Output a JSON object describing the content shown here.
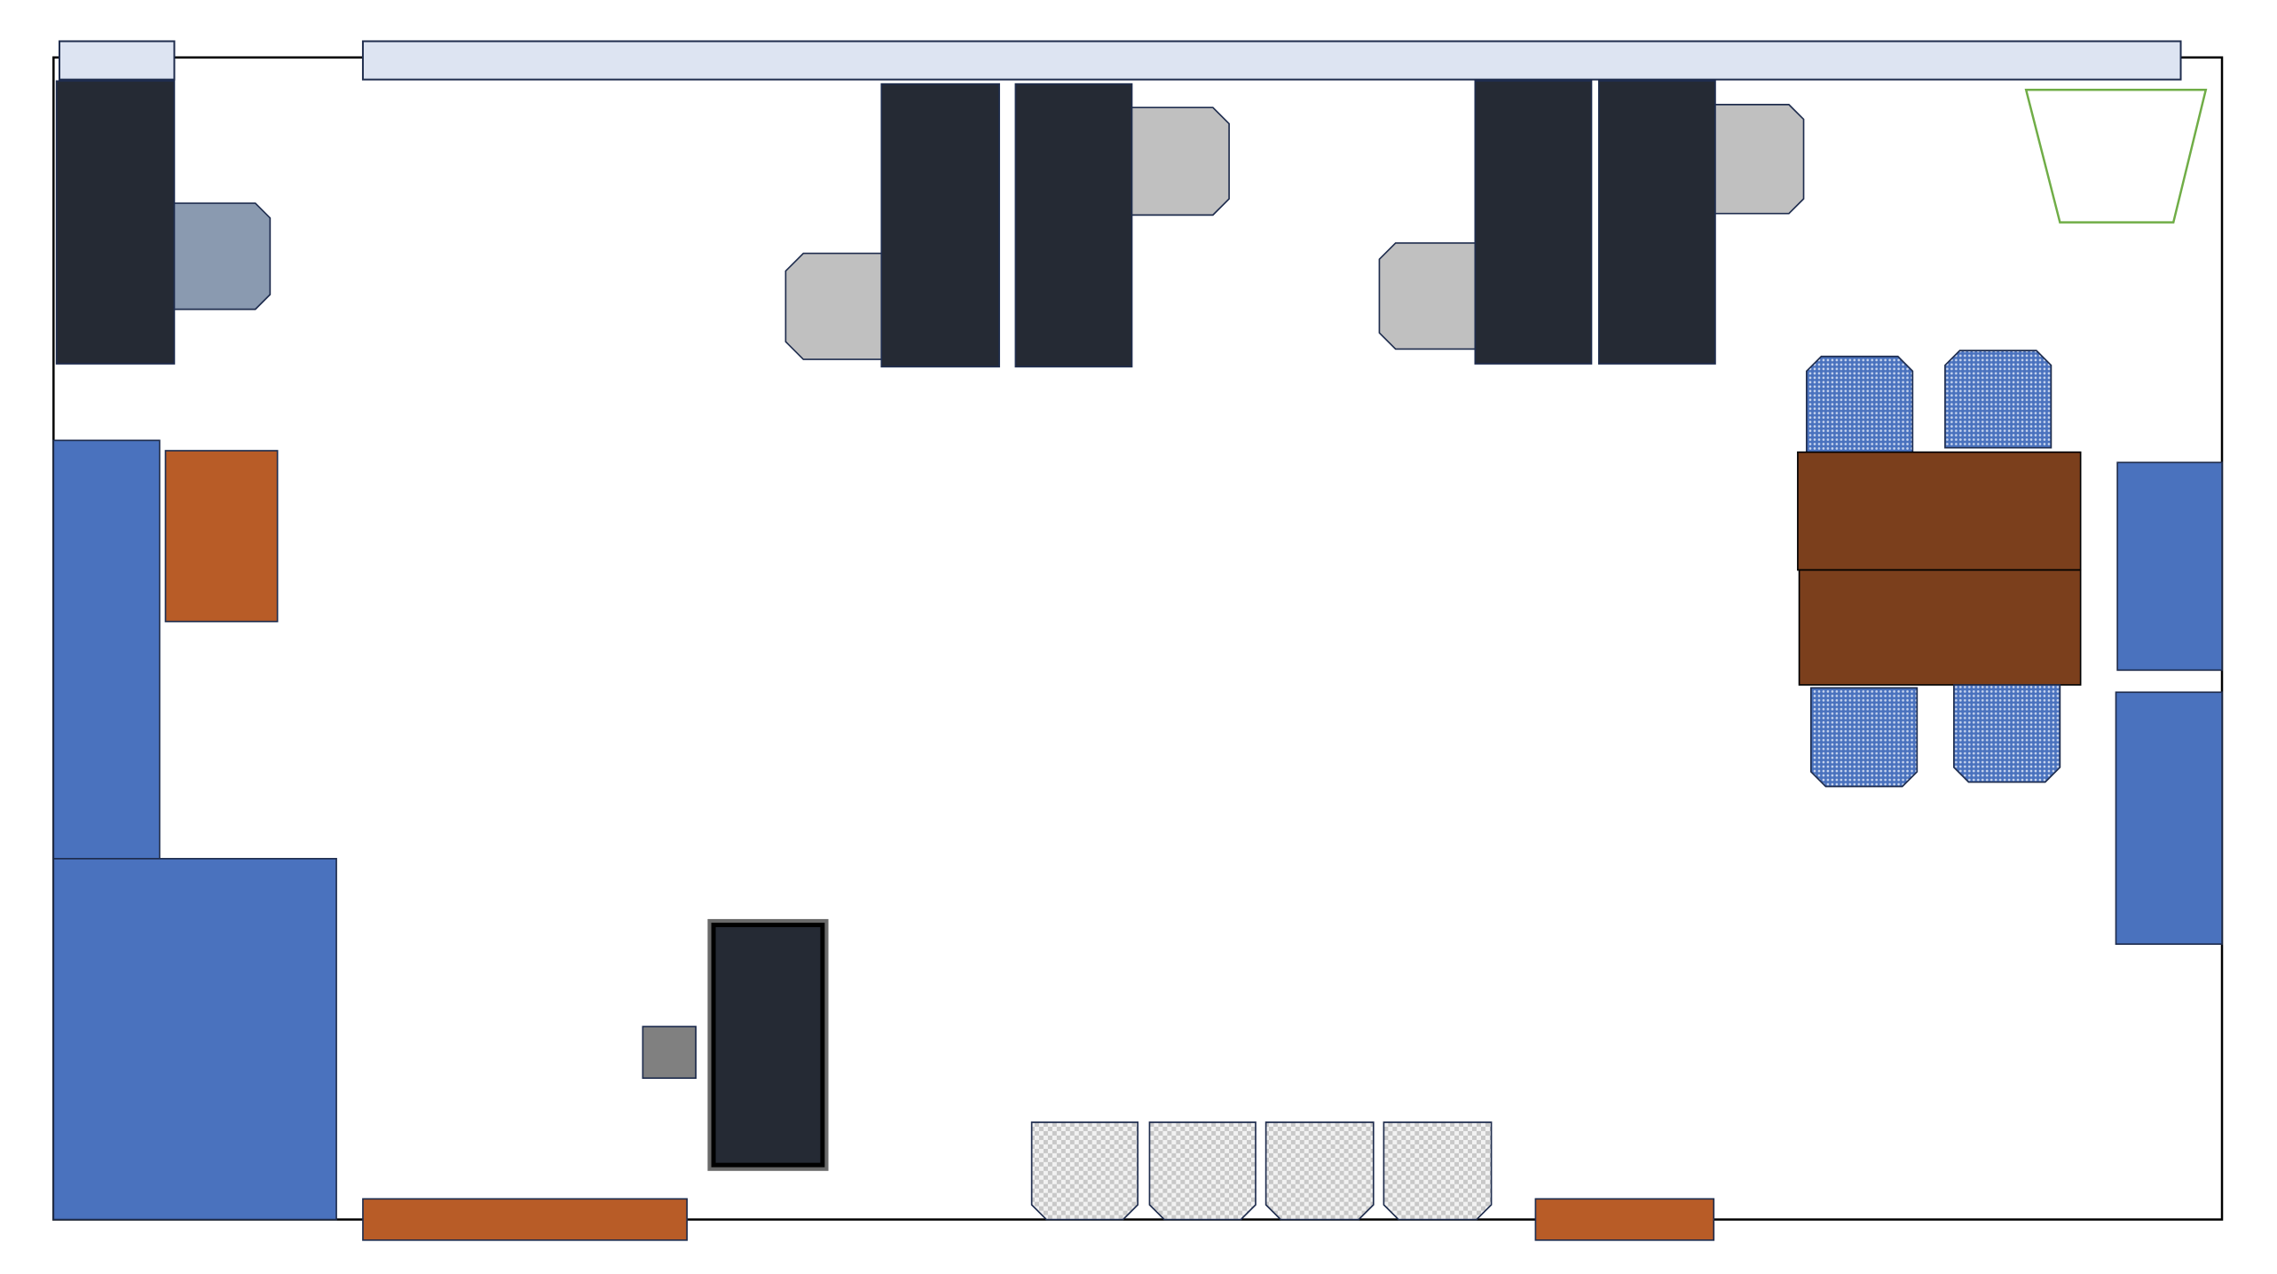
{
  "diagram": {
    "type": "floor-plan",
    "colors": {
      "wall": "#000000",
      "window": "#dde4f2",
      "outline": "#1f2d4e",
      "desk": "#252a34",
      "chair_gray": "#c0c0c0",
      "chair_slate": "#8a9ab0",
      "cabinet_blue": "#4a72be",
      "orange": "#b85c27",
      "table_brown": "#7b3f1c",
      "plant_outline": "#70ad47",
      "small_box": "#808080"
    },
    "elements": [
      "room-outline",
      "window-left",
      "window-top",
      "desk-left",
      "chair-left",
      "desk-middle-1",
      "desk-middle-2",
      "chair-middle-left",
      "chair-middle-right",
      "desk-right-1",
      "desk-right-2",
      "chair-right-left",
      "chair-right-right",
      "trapezoid-bin",
      "meeting-table",
      "meeting-chairs",
      "cabinet-right-top",
      "cabinet-right-bottom",
      "cabinet-left-tall",
      "cabinet-left-large",
      "orange-cabinet-left",
      "orange-bench-bottom-left",
      "orange-bench-bottom-right",
      "tv-stand",
      "small-box",
      "lounge-chairs"
    ]
  }
}
